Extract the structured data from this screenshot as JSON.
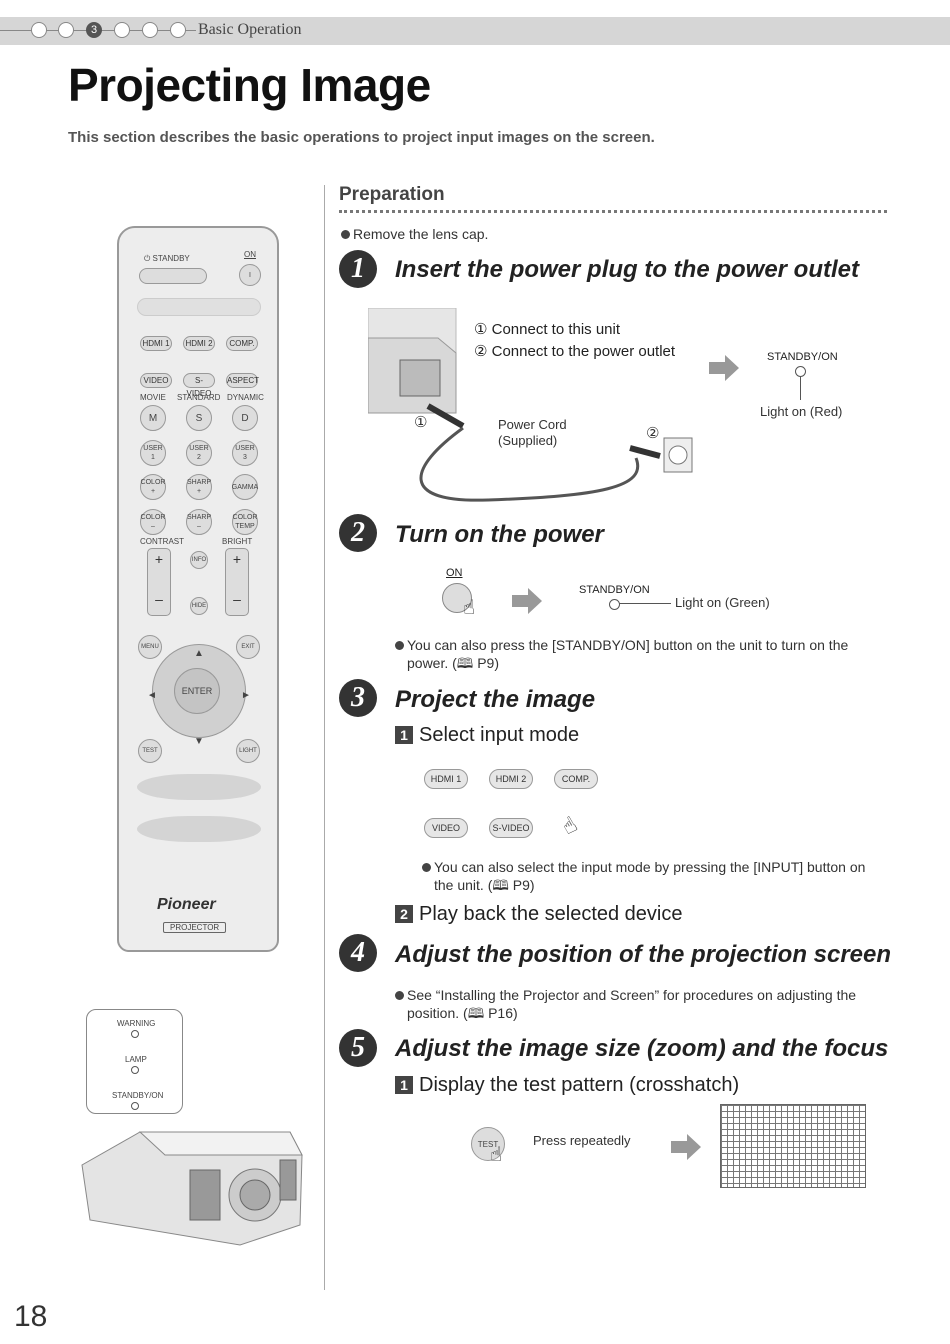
{
  "header": {
    "chapter_number": "3",
    "chapter_title": "Basic Operation"
  },
  "page": {
    "title": "Projecting Image",
    "subtitle": "This section describes the basic operations to project input images on the screen.",
    "page_number": "18"
  },
  "preparation": {
    "heading": "Preparation",
    "bullet": "Remove the lens cap."
  },
  "steps": [
    {
      "number": "1",
      "title": "Insert the power plug to the power outlet",
      "items": [
        "① Connect to this unit",
        "② Connect to the power outlet"
      ],
      "circle_1": "①",
      "circle_2": "②",
      "cord_label_1": "Power Cord",
      "cord_label_2": "(Supplied)",
      "indicator_label": "STANDBY/ON",
      "indicator_state": "Light on (Red)"
    },
    {
      "number": "2",
      "title": "Turn on the power",
      "on_label": "ON",
      "indicator_label": "STANDBY/ON",
      "indicator_state": "Light on (Green)",
      "note_line1": "You can also press the [STANDBY/ON] button on the unit to turn on the",
      "note_line2": "power. (🕮 P9)"
    },
    {
      "number": "3",
      "title": "Project the image",
      "sub1_num": "1",
      "sub1": "Select input mode",
      "inputs": [
        "HDMI 1",
        "HDMI 2",
        "COMP.",
        "VIDEO",
        "S-VIDEO"
      ],
      "note_line1": "You can also select the input mode by pressing the [INPUT] button on",
      "note_line2": "the unit. (🕮 P9)",
      "sub2_num": "2",
      "sub2": "Play back the selected device"
    },
    {
      "number": "4",
      "title": "Adjust the position of the projection screen",
      "note_line1": "See “Installing the Projector and Screen” for procedures on adjusting the",
      "note_line2": "position. (🕮 P16)"
    },
    {
      "number": "5",
      "title": "Adjust the image size (zoom) and the focus",
      "sub1_num": "1",
      "sub1": "Display the test pattern (crosshatch)",
      "test_label": "TEST",
      "press_label": "Press repeatedly"
    }
  ],
  "remote": {
    "standby": "⏻ STANDBY",
    "on": "ON",
    "row1": [
      "HDMI 1",
      "HDMI 2",
      "COMP."
    ],
    "row2": [
      "VIDEO",
      "S-VIDEO",
      "ASPECT"
    ],
    "mode_labels": [
      "MOVIE",
      "STANDARD",
      "DYNAMIC"
    ],
    "mode_buttons": [
      "M",
      "S",
      "D"
    ],
    "user_buttons": [
      "USER 1",
      "USER 2",
      "USER 3"
    ],
    "plus_row": [
      "COLOR +",
      "SHARP +",
      "GAMMA"
    ],
    "minus_row": [
      "COLOR –",
      "SHARP –",
      "COLOR TEMP"
    ],
    "contrast": "CONTRAST",
    "bright": "BRIGHT",
    "info": "INFO",
    "hide": "HIDE",
    "menu": "MENU",
    "exit": "EXIT",
    "enter": "ENTER",
    "test": "TEST",
    "light": "LIGHT",
    "brand": "Pioneer",
    "model": "PROJECTOR"
  },
  "unit_panel": {
    "warning": "WARNING",
    "lamp": "LAMP",
    "standby_on": "STANDBY/ON"
  },
  "colors": {
    "header_band": "#d6d6d6",
    "step_circle": "#333333",
    "arrow": "#999999"
  }
}
